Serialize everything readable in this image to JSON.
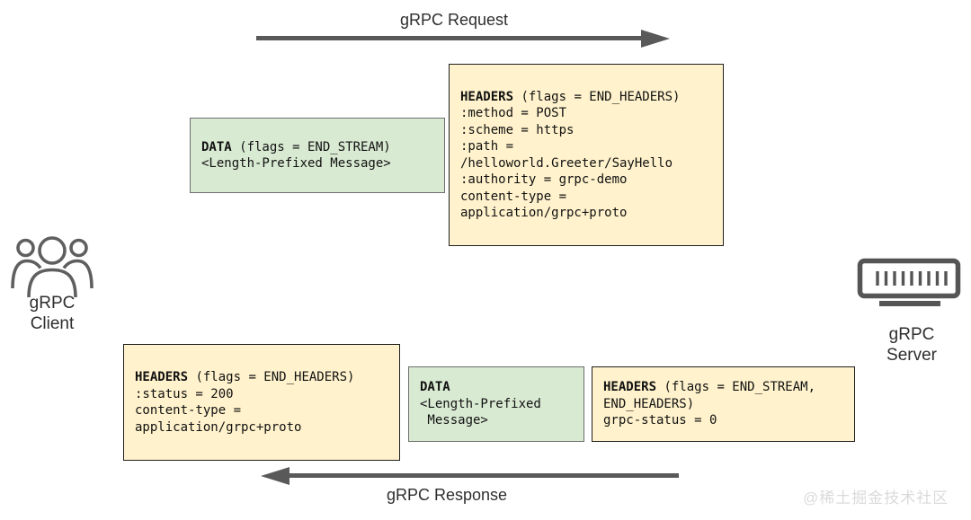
{
  "labels": {
    "request_arrow": "gRPC Request",
    "response_arrow": "gRPC Response"
  },
  "client": {
    "line1": "gRPC",
    "line2": "Client"
  },
  "server": {
    "line1": "gRPC",
    "line2": "Server"
  },
  "frames": {
    "request_data": {
      "keyword": "DATA",
      "line1_rest": " (flags = END_STREAM)",
      "lines": [
        "<Length-Prefixed Message>"
      ]
    },
    "request_headers": {
      "keyword": "HEADERS",
      "line1_rest": " (flags = END_HEADERS)",
      "lines": [
        ":method = POST",
        ":scheme = https",
        ":path =",
        "/helloworld.Greeter/SayHello",
        ":authority = grpc-demo",
        "content-type =",
        "application/grpc+proto"
      ]
    },
    "response_headers": {
      "keyword": "HEADERS",
      "line1_rest": " (flags = END_HEADERS)",
      "lines": [
        ":status = 200",
        "content-type =",
        "application/grpc+proto"
      ]
    },
    "response_data": {
      "keyword": "DATA",
      "line1_rest": "",
      "lines": [
        "<Length-Prefixed",
        " Message>"
      ]
    },
    "response_trailers": {
      "keyword": "HEADERS",
      "line1_rest": " (flags = END_STREAM,",
      "lines": [
        "END_HEADERS)",
        "grpc-status = 0"
      ]
    }
  },
  "watermark": "@稀土掘金技术社区",
  "colors": {
    "frame_yellow": "#fff2cc",
    "frame_green": "#d9ead3",
    "yellow_border": "#1f1f1f",
    "green_border": "#6e6e6e",
    "arrow": "#595959",
    "icon_gray": "#5f5f5f",
    "text": "#111111"
  }
}
